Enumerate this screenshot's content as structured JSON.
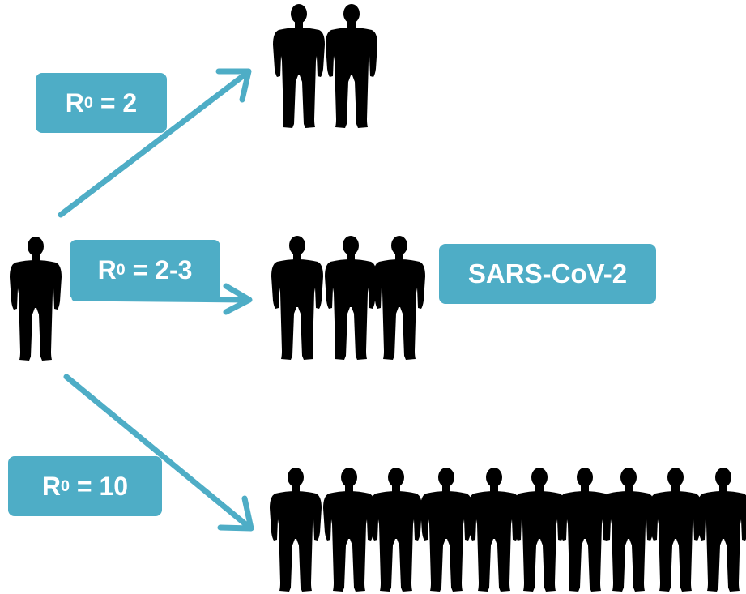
{
  "arrow_color": "#4eadc6",
  "figure_color": "#000000",
  "label_box_color": "#4eadc6",
  "source_person": {
    "count": 1
  },
  "branches": [
    {
      "id": "r2",
      "label_prefix": "R",
      "label_sub": "0",
      "label_suffix": " = 2",
      "people_count": 2
    },
    {
      "id": "r23",
      "label_prefix": "R",
      "label_sub": "0",
      "label_suffix": " = 2-3",
      "people_count": 3
    },
    {
      "id": "r10",
      "label_prefix": "R",
      "label_sub": "0",
      "label_suffix": " = 10",
      "people_count": 10
    }
  ],
  "virus_label": "SARS-CoV-2"
}
